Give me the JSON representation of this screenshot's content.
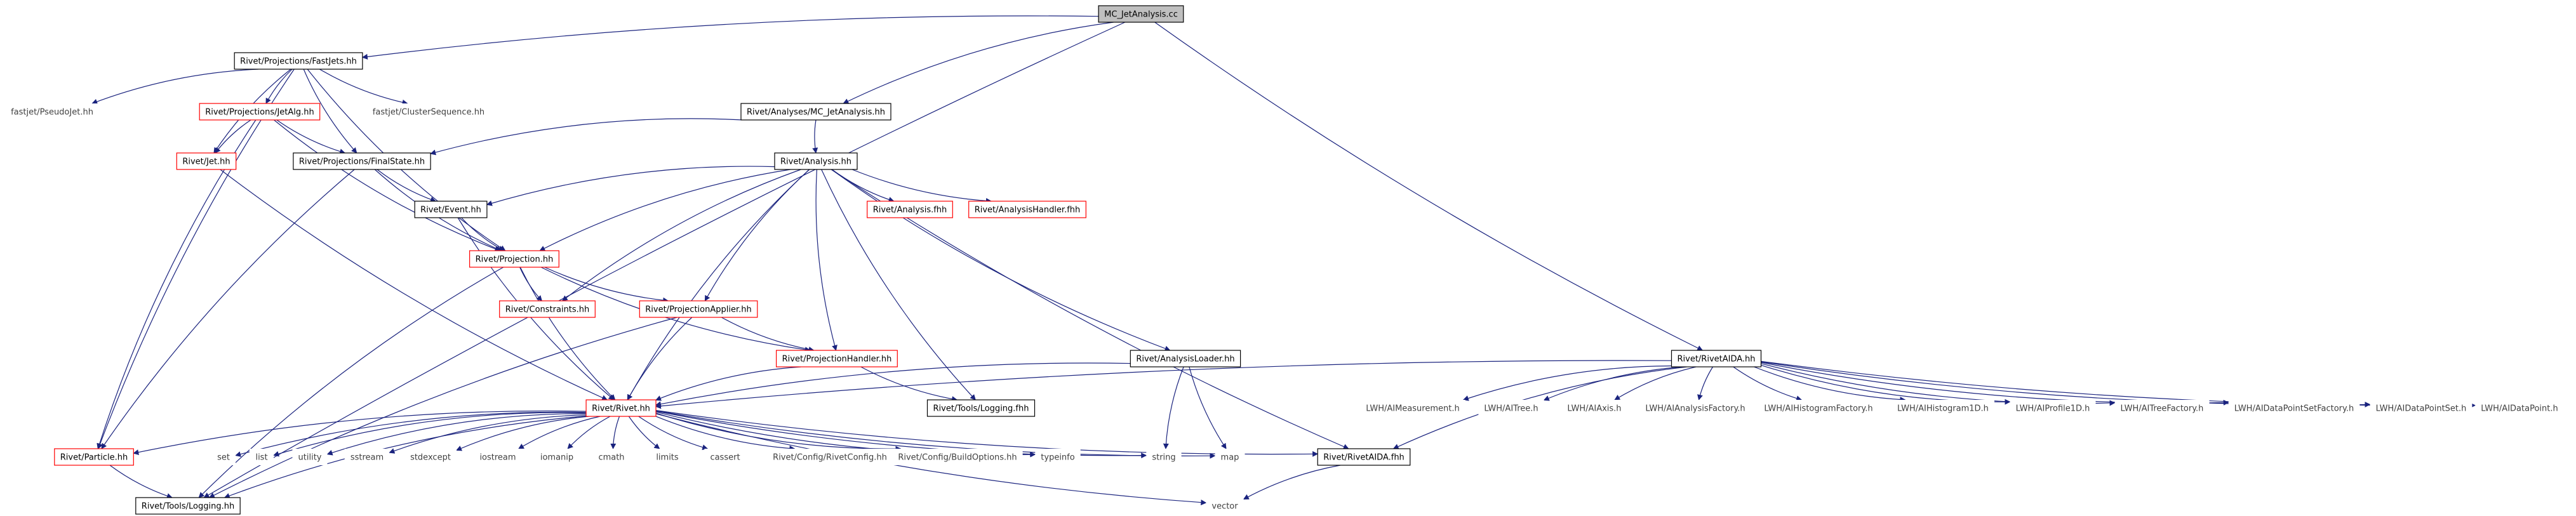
{
  "graph": {
    "colors": {
      "edge": "#1a237e",
      "root_fill": "#bfbfbf",
      "border_default": "#000000",
      "border_incomplete": "#ff0000",
      "border_external": "#bfbfbf",
      "text": "#000000",
      "external_text": "#404040"
    },
    "nodes": [
      {
        "id": "mc_jet",
        "label": "MC_JetAnalysis.cc",
        "style": "root"
      },
      {
        "id": "fastjets",
        "label": "Rivet/Projections/FastJets.hh",
        "style": "normal"
      },
      {
        "id": "pseudojet",
        "label": "fastjet/PseudoJet.hh",
        "style": "external"
      },
      {
        "id": "jetalg",
        "label": "Rivet/Projections/JetAlg.hh",
        "style": "incomplete"
      },
      {
        "id": "clusterseq",
        "label": "fastjet/ClusterSequence.hh",
        "style": "external"
      },
      {
        "id": "analyses_mc",
        "label": "Rivet/Analyses/MC_JetAnalysis.hh",
        "style": "normal"
      },
      {
        "id": "rivetjet",
        "label": "Rivet/Jet.hh",
        "style": "incomplete"
      },
      {
        "id": "finalstate",
        "label": "Rivet/Projections/FinalState.hh",
        "style": "normal"
      },
      {
        "id": "analysis",
        "label": "Rivet/Analysis.hh",
        "style": "normal"
      },
      {
        "id": "analysis_fhh",
        "label": "Rivet/Analysis.fhh",
        "style": "incomplete"
      },
      {
        "id": "handler_fhh",
        "label": "Rivet/AnalysisHandler.fhh",
        "style": "incomplete"
      },
      {
        "id": "event",
        "label": "Rivet/Event.hh",
        "style": "normal"
      },
      {
        "id": "projection",
        "label": "Rivet/Projection.hh",
        "style": "incomplete"
      },
      {
        "id": "constraints",
        "label": "Rivet/Constraints.hh",
        "style": "incomplete"
      },
      {
        "id": "projapplier",
        "label": "Rivet/ProjectionApplier.hh",
        "style": "incomplete"
      },
      {
        "id": "projhandler",
        "label": "Rivet/ProjectionHandler.hh",
        "style": "incomplete"
      },
      {
        "id": "loader",
        "label": "Rivet/AnalysisLoader.hh",
        "style": "normal"
      },
      {
        "id": "logging_fhh",
        "label": "Rivet/Tools/Logging.fhh",
        "style": "normal"
      },
      {
        "id": "rivet_hh",
        "label": "Rivet/Rivet.hh",
        "style": "incomplete"
      },
      {
        "id": "particle",
        "label": "Rivet/Particle.hh",
        "style": "incomplete"
      },
      {
        "id": "set",
        "label": "set",
        "style": "external"
      },
      {
        "id": "list",
        "label": "list",
        "style": "external"
      },
      {
        "id": "utility",
        "label": "utility",
        "style": "external"
      },
      {
        "id": "sstream",
        "label": "sstream",
        "style": "external"
      },
      {
        "id": "stdexcept",
        "label": "stdexcept",
        "style": "external"
      },
      {
        "id": "iostream",
        "label": "iostream",
        "style": "external"
      },
      {
        "id": "iomanip",
        "label": "iomanip",
        "style": "external"
      },
      {
        "id": "cmath",
        "label": "cmath",
        "style": "external"
      },
      {
        "id": "limits",
        "label": "limits",
        "style": "external"
      },
      {
        "id": "cassert",
        "label": "cassert",
        "style": "external"
      },
      {
        "id": "rivetconfig",
        "label": "Rivet/Config/RivetConfig.hh",
        "style": "external"
      },
      {
        "id": "buildopts",
        "label": "Rivet/Config/BuildOptions.hh",
        "style": "external"
      },
      {
        "id": "typeinfo",
        "label": "typeinfo",
        "style": "external"
      },
      {
        "id": "string",
        "label": "string",
        "style": "external"
      },
      {
        "id": "map",
        "label": "map",
        "style": "external"
      },
      {
        "id": "rivetaida_fhh",
        "label": "Rivet/RivetAIDA.fhh",
        "style": "normal"
      },
      {
        "id": "vector",
        "label": "vector",
        "style": "external"
      },
      {
        "id": "logging_hh",
        "label": "Rivet/Tools/Logging.hh",
        "style": "normal"
      },
      {
        "id": "rivetaida_hh",
        "label": "Rivet/RivetAIDA.hh",
        "style": "normal"
      },
      {
        "id": "lwh_meas",
        "label": "LWH/AIMeasurement.h",
        "style": "external"
      },
      {
        "id": "lwh_tree",
        "label": "LWH/AITree.h",
        "style": "external"
      },
      {
        "id": "lwh_axis",
        "label": "LWH/AIAxis.h",
        "style": "external"
      },
      {
        "id": "lwh_anfac",
        "label": "LWH/AIAnalysisFactory.h",
        "style": "external"
      },
      {
        "id": "lwh_histfac",
        "label": "LWH/AIHistogramFactory.h",
        "style": "external"
      },
      {
        "id": "lwh_h1d",
        "label": "LWH/AIHistogram1D.h",
        "style": "external"
      },
      {
        "id": "lwh_p1d",
        "label": "LWH/AIProfile1D.h",
        "style": "external"
      },
      {
        "id": "lwh_treefac",
        "label": "LWH/AITreeFactory.h",
        "style": "external"
      },
      {
        "id": "lwh_dpsfac",
        "label": "LWH/AIDataPointSetFactory.h",
        "style": "external"
      },
      {
        "id": "lwh_dps",
        "label": "LWH/AIDataPointSet.h",
        "style": "external"
      },
      {
        "id": "lwh_dp",
        "label": "LWH/AIDataPoint.h",
        "style": "external"
      }
    ],
    "edges": [
      [
        "mc_jet",
        "fastjets"
      ],
      [
        "mc_jet",
        "analyses_mc"
      ],
      [
        "mc_jet",
        "logging_hh"
      ],
      [
        "mc_jet",
        "rivetaida_hh"
      ],
      [
        "fastjets",
        "pseudojet"
      ],
      [
        "fastjets",
        "jetalg"
      ],
      [
        "fastjets",
        "clusterseq"
      ],
      [
        "fastjets",
        "rivetjet"
      ],
      [
        "fastjets",
        "finalstate"
      ],
      [
        "fastjets",
        "projection"
      ],
      [
        "fastjets",
        "particle"
      ],
      [
        "jetalg",
        "rivetjet"
      ],
      [
        "jetalg",
        "finalstate"
      ],
      [
        "jetalg",
        "projection"
      ],
      [
        "jetalg",
        "particle"
      ],
      [
        "rivetjet",
        "rivet_hh"
      ],
      [
        "analyses_mc",
        "finalstate"
      ],
      [
        "analyses_mc",
        "analysis"
      ],
      [
        "finalstate",
        "event"
      ],
      [
        "finalstate",
        "projection"
      ],
      [
        "finalstate",
        "particle"
      ],
      [
        "analysis",
        "analysis_fhh"
      ],
      [
        "analysis",
        "handler_fhh"
      ],
      [
        "analysis",
        "event"
      ],
      [
        "analysis",
        "projection"
      ],
      [
        "analysis",
        "constraints"
      ],
      [
        "analysis",
        "projapplier"
      ],
      [
        "analysis",
        "projhandler"
      ],
      [
        "analysis",
        "loader"
      ],
      [
        "analysis",
        "logging_fhh"
      ],
      [
        "analysis",
        "rivet_hh"
      ],
      [
        "analysis",
        "rivetaida_fhh"
      ],
      [
        "event",
        "projection"
      ],
      [
        "event",
        "rivet_hh"
      ],
      [
        "projection",
        "constraints"
      ],
      [
        "projection",
        "projapplier"
      ],
      [
        "projection",
        "projhandler"
      ],
      [
        "projection",
        "rivet_hh"
      ],
      [
        "projection",
        "logging_hh"
      ],
      [
        "projapplier",
        "projhandler"
      ],
      [
        "projapplier",
        "rivet_hh"
      ],
      [
        "projapplier",
        "logging_hh"
      ],
      [
        "projhandler",
        "rivet_hh"
      ],
      [
        "projhandler",
        "logging_fhh"
      ],
      [
        "loader",
        "rivet_hh"
      ],
      [
        "loader",
        "string"
      ],
      [
        "loader",
        "map"
      ],
      [
        "rivet_hh",
        "particle"
      ],
      [
        "rivet_hh",
        "set"
      ],
      [
        "rivet_hh",
        "list"
      ],
      [
        "rivet_hh",
        "utility"
      ],
      [
        "rivet_hh",
        "sstream"
      ],
      [
        "rivet_hh",
        "stdexcept"
      ],
      [
        "rivet_hh",
        "iostream"
      ],
      [
        "rivet_hh",
        "iomanip"
      ],
      [
        "rivet_hh",
        "cmath"
      ],
      [
        "rivet_hh",
        "limits"
      ],
      [
        "rivet_hh",
        "cassert"
      ],
      [
        "rivet_hh",
        "rivetconfig"
      ],
      [
        "rivet_hh",
        "buildopts"
      ],
      [
        "rivet_hh",
        "typeinfo"
      ],
      [
        "rivet_hh",
        "string"
      ],
      [
        "rivet_hh",
        "map"
      ],
      [
        "rivet_hh",
        "rivetaida_fhh"
      ],
      [
        "rivet_hh",
        "vector"
      ],
      [
        "rivet_hh",
        "logging_hh"
      ],
      [
        "particle",
        "logging_hh"
      ],
      [
        "rivetaida_fhh",
        "vector"
      ],
      [
        "rivetaida_hh",
        "rivet_hh"
      ],
      [
        "rivetaida_hh",
        "rivetaida_fhh"
      ],
      [
        "rivetaida_hh",
        "lwh_meas"
      ],
      [
        "rivetaida_hh",
        "lwh_tree"
      ],
      [
        "rivetaida_hh",
        "lwh_axis"
      ],
      [
        "rivetaida_hh",
        "lwh_anfac"
      ],
      [
        "rivetaida_hh",
        "lwh_histfac"
      ],
      [
        "rivetaida_hh",
        "lwh_h1d"
      ],
      [
        "rivetaida_hh",
        "lwh_p1d"
      ],
      [
        "rivetaida_hh",
        "lwh_treefac"
      ],
      [
        "rivetaida_hh",
        "lwh_dpsfac"
      ],
      [
        "rivetaida_hh",
        "lwh_dps"
      ],
      [
        "rivetaida_hh",
        "lwh_dp"
      ]
    ]
  }
}
